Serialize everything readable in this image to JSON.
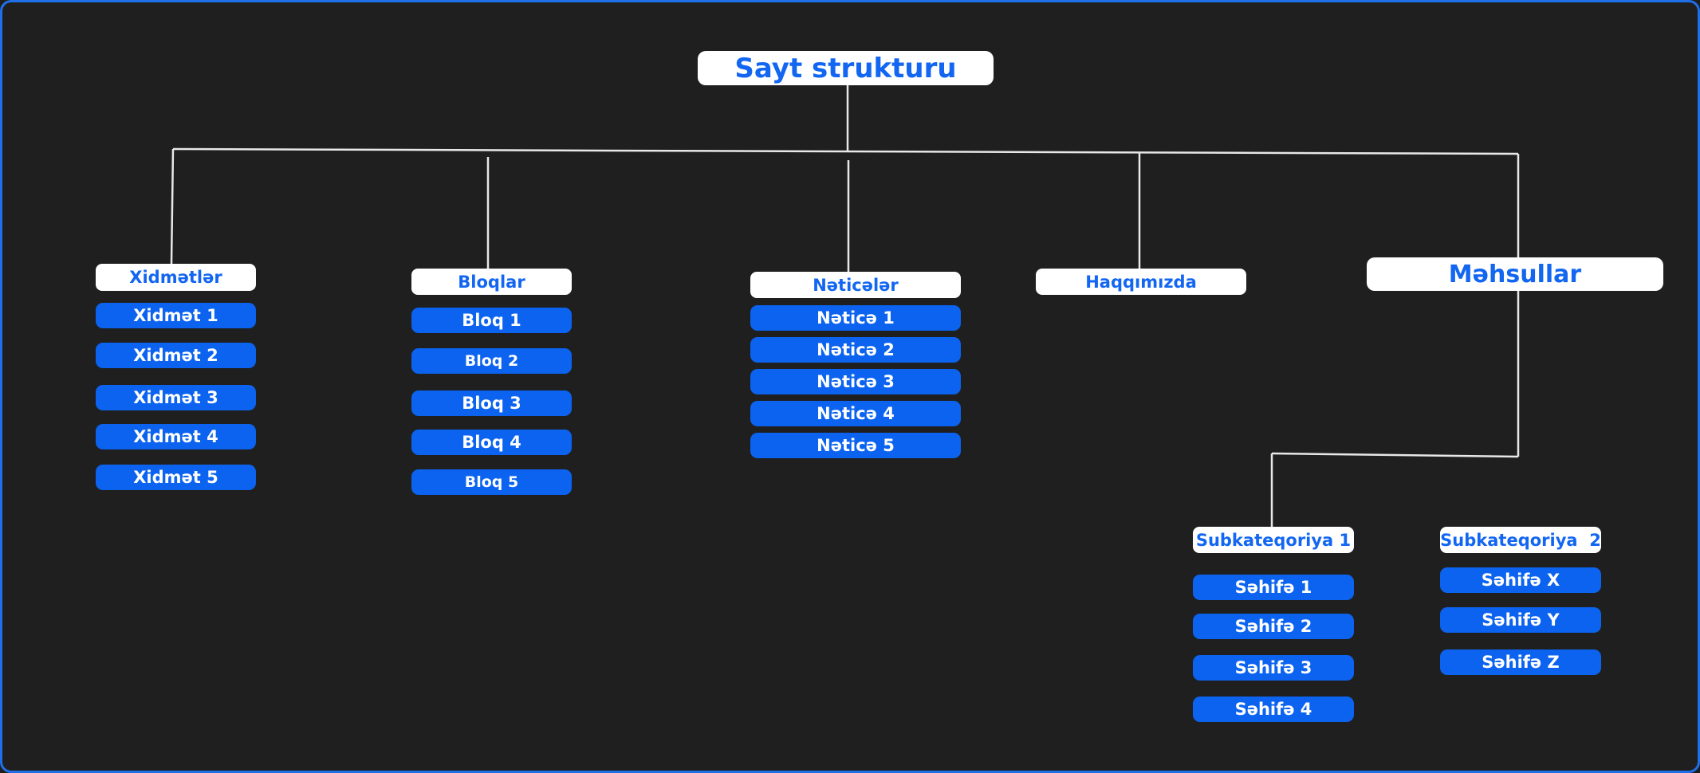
{
  "root": "Sayt strukturu",
  "categories": {
    "services": {
      "title": "Xidmətlər",
      "items": [
        "Xidmət 1",
        "Xidmət 2",
        "Xidmət 3",
        "Xidmət 4",
        "Xidmət 5"
      ]
    },
    "blogs": {
      "title": "Bloqlar",
      "items": [
        "Bloq 1",
        "Bloq 2",
        "Bloq 3",
        "Bloq 4",
        "Bloq 5"
      ]
    },
    "results": {
      "title": "Nəticələr",
      "items": [
        "Nəticə 1",
        "Nəticə 2",
        "Nəticə 3",
        "Nəticə 4",
        "Nəticə 5"
      ]
    },
    "about": {
      "title": "Haqqımızda"
    },
    "products": {
      "title": "Məhsullar",
      "subcategories": [
        {
          "title": "Subkateqoriya 1",
          "items": [
            "Səhifə 1",
            "Səhifə 2",
            "Səhifə 3",
            "Səhifə 4"
          ]
        },
        {
          "title": "Subkateqoriya  2",
          "items": [
            "Səhifə X",
            "Səhifə Y",
            "Səhifə Z"
          ]
        }
      ]
    }
  },
  "colors": {
    "background": "#1f1f1f",
    "frame_border": "#1f6fe8",
    "header_box": "#ffffff",
    "header_text": "#1266f1",
    "item_box": "#0b63f0",
    "item_text": "#ffffff",
    "connector": "#e8e8e8"
  }
}
